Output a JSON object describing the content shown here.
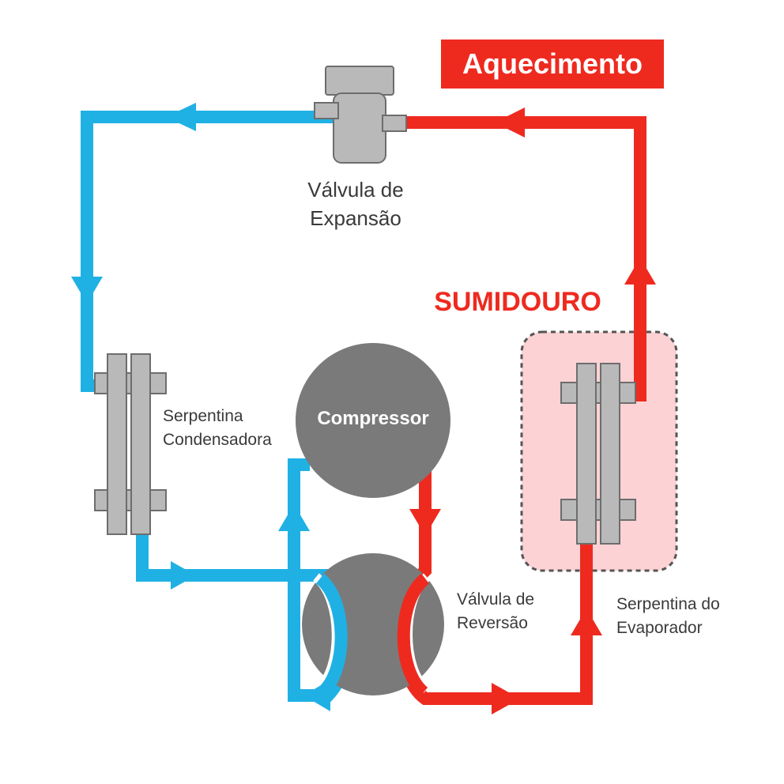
{
  "colors": {
    "cold": "#1fb1e4",
    "hot": "#ee2a1f",
    "component": "#b9b9b9",
    "component_dark": "#7a7a7a",
    "zone": "#fdd2d5"
  },
  "mode_badge": "Aquecimento",
  "zone_label": "SUMIDOURO",
  "labels": {
    "expansion_valve_line1": "Válvula de",
    "expansion_valve_line2": "Expansão",
    "condenser_line1": "Serpentina",
    "condenser_line2": "Condensadora",
    "compressor": "Compressor",
    "reversing_line1": "Válvula de",
    "reversing_line2": "Reversão",
    "evaporator_line1": "Serpentina do",
    "evaporator_line2": "Evaporador"
  }
}
